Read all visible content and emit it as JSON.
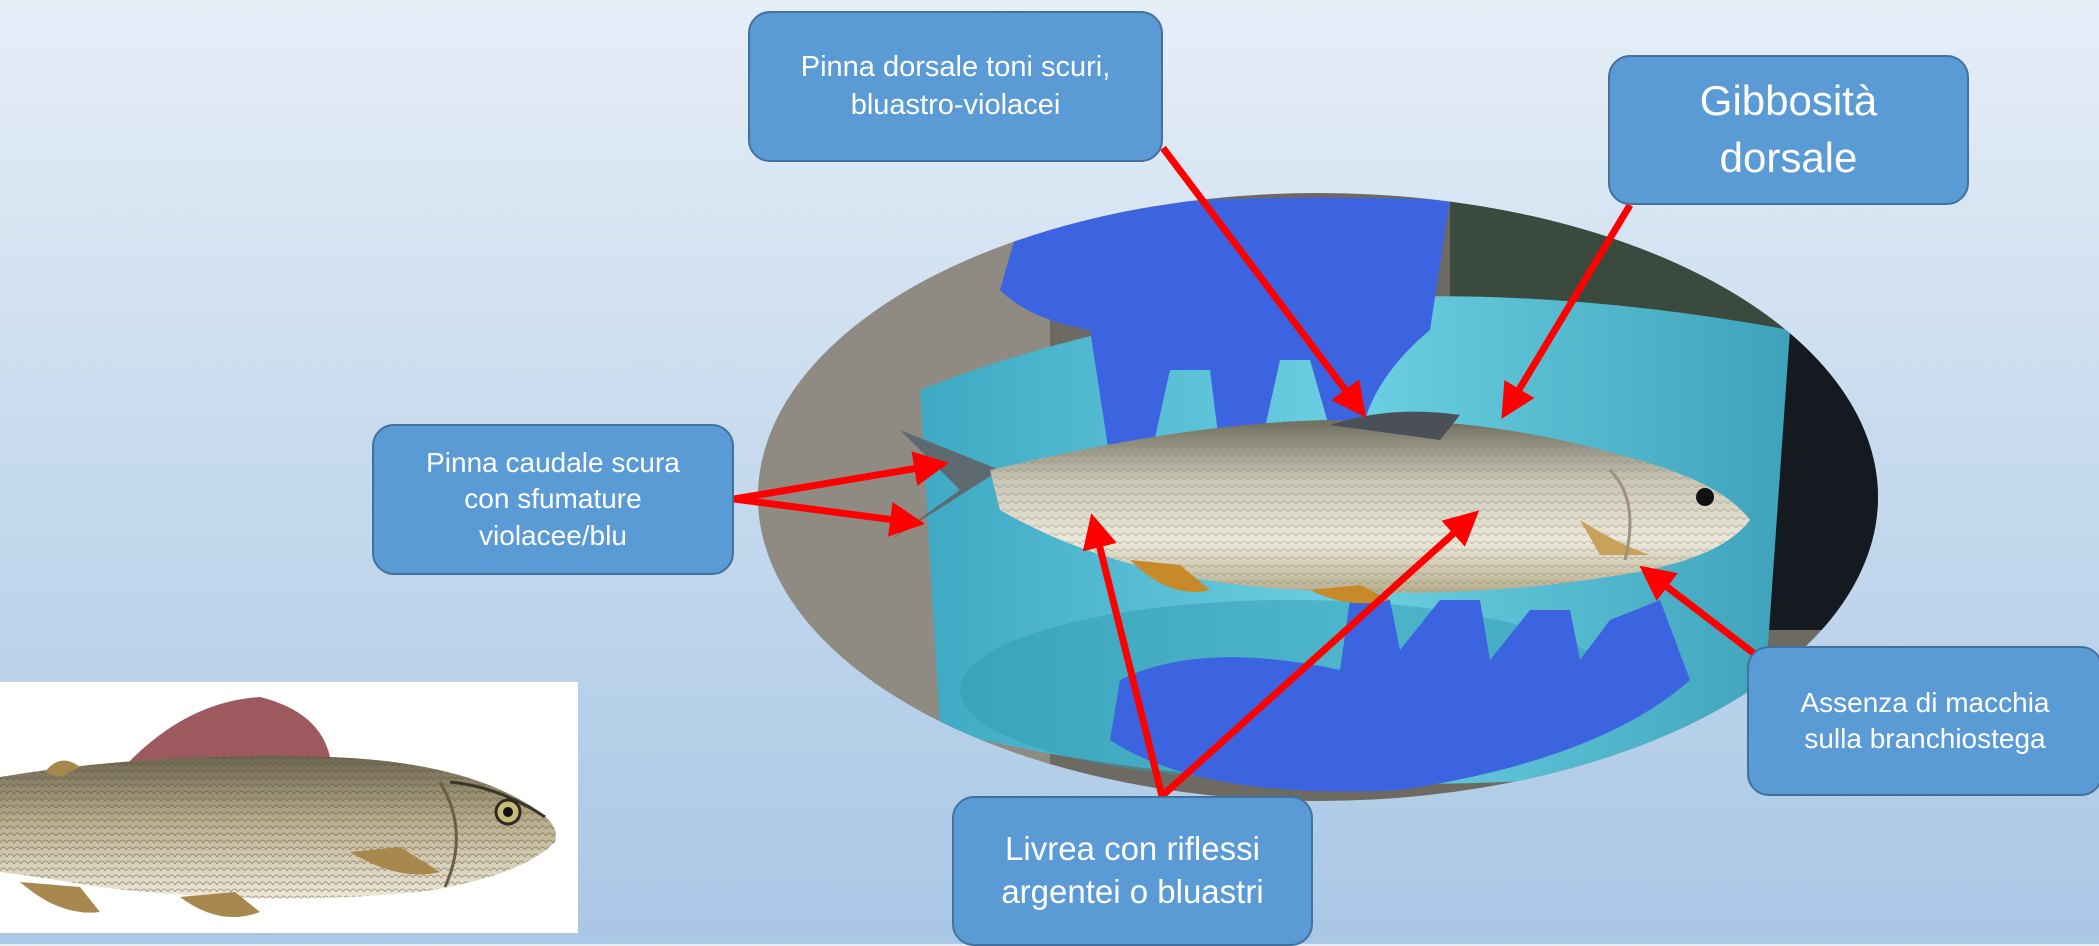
{
  "callouts": {
    "dorsal_fin": "Pinna dorsale toni scuri,\nbluastro-violacei",
    "hump": "Gibbosità\ndorsale",
    "tail": "Pinna caudale scura\ncon sfumature\nviolacee/blu",
    "gill": "Assenza di macchia\nsulla branchiostega",
    "livery": "Livrea con riflessi\nargentei o bluastri"
  },
  "colors": {
    "callout_fill": "#5b9bd5",
    "callout_border": "#41719c",
    "arrow": "#ff0000",
    "glove": "#3d64e0",
    "bucket": "#4fb8cf"
  },
  "images": {
    "photo": "grayling-held-in-blue-gloves-over-turquoise-bucket",
    "illustration": "grayling-illustration"
  }
}
